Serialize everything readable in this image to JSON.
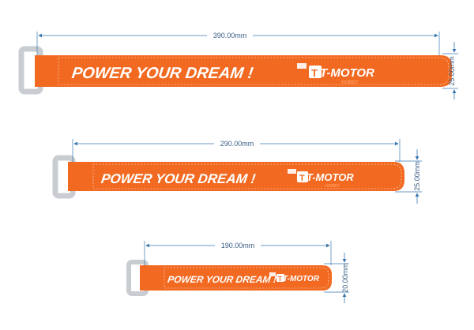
{
  "straps": [
    {
      "id": "strap-390",
      "length_label": "390.00mm",
      "width_label": "25.00mm",
      "slogan": "POWER YOUR DREAM !",
      "brand": "T-MOTOR",
      "brand_sub": "HOBBY"
    },
    {
      "id": "strap-290",
      "length_label": "290.00mm",
      "width_label": "25.00mm",
      "slogan": "POWER YOUR DREAM !",
      "brand": "T-MOTOR",
      "brand_sub": "HOBBY"
    },
    {
      "id": "strap-190",
      "length_label": "190.00mm",
      "width_label": "20.00mm",
      "slogan": "POWER YOUR DREAM !",
      "brand": "T-MOTOR",
      "brand_sub": ""
    }
  ],
  "colors": {
    "strap": "#f26a21",
    "buckle": "#c9cdd1",
    "dimension": "#3a78b0",
    "dimension_text": "#3a5f86",
    "stitch": "#ffffff"
  }
}
